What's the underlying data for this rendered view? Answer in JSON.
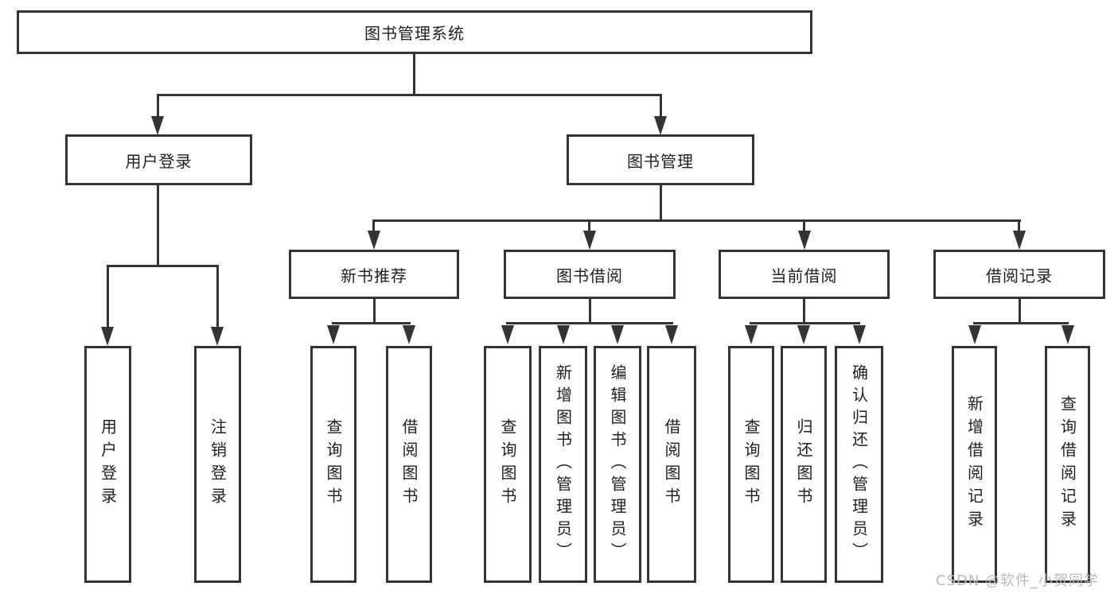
{
  "nodes": {
    "root": "图书管理系统",
    "login": "用户登录",
    "mgmt": "图书管理",
    "newbook": "新书推荐",
    "borrow": "图书借阅",
    "current": "当前借阅",
    "records": "借阅记录",
    "login_user": "用户登录",
    "login_logout": "注销登录",
    "nb_query": "查询图书",
    "nb_borrow": "借阅图书",
    "bw_query": "查询图书",
    "bw_add": "新增图书（管理员）",
    "bw_edit": "编辑图书（管理员）",
    "bw_borrow": "借阅图书",
    "cur_query": "查询图书",
    "cur_return": "归还图书",
    "cur_confirm": "确认归还（管理员）",
    "rec_add": "新增借阅记录",
    "rec_query": "查询借阅记录"
  },
  "watermark": "CSDN @软件_小贺同学",
  "colors": {
    "line": "#343434",
    "text": "#1f1f1f",
    "background": "#ffffff",
    "watermark": "#b9b9be"
  }
}
